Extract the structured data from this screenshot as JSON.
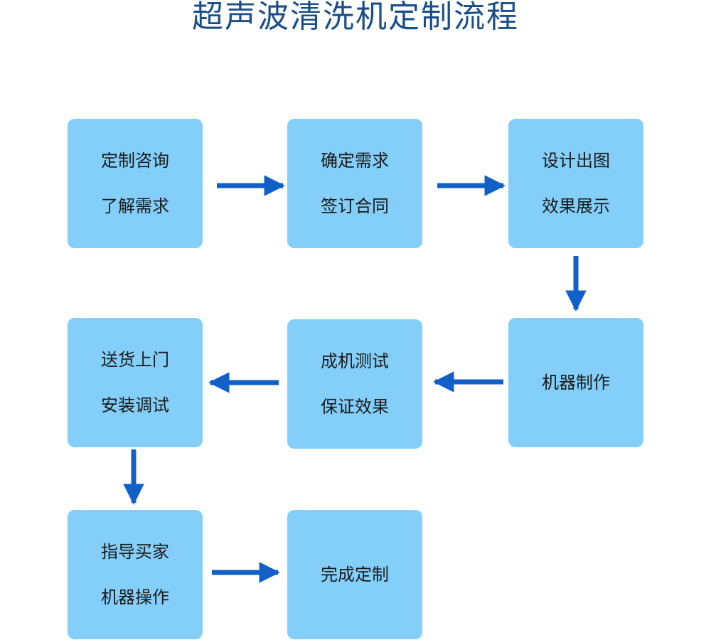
{
  "title": "超声波清洗机定制流程",
  "steps": [
    {
      "lines": [
        "定制咨询",
        "了解需求"
      ]
    },
    {
      "lines": [
        "确定需求",
        "签订合同"
      ]
    },
    {
      "lines": [
        "设计出图",
        "效果展示"
      ]
    },
    {
      "lines": [
        "机器制作"
      ]
    },
    {
      "lines": [
        "成机测试",
        "保证效果"
      ]
    },
    {
      "lines": [
        "送货上门",
        "安装调试"
      ]
    },
    {
      "lines": [
        "指导买家",
        "机器操作"
      ]
    },
    {
      "lines": [
        "完成定制"
      ]
    }
  ],
  "colors": {
    "title": "#1a4f8a",
    "box": "#84cff9",
    "arrow": "#1060c8",
    "text": "#1a1a1a"
  }
}
